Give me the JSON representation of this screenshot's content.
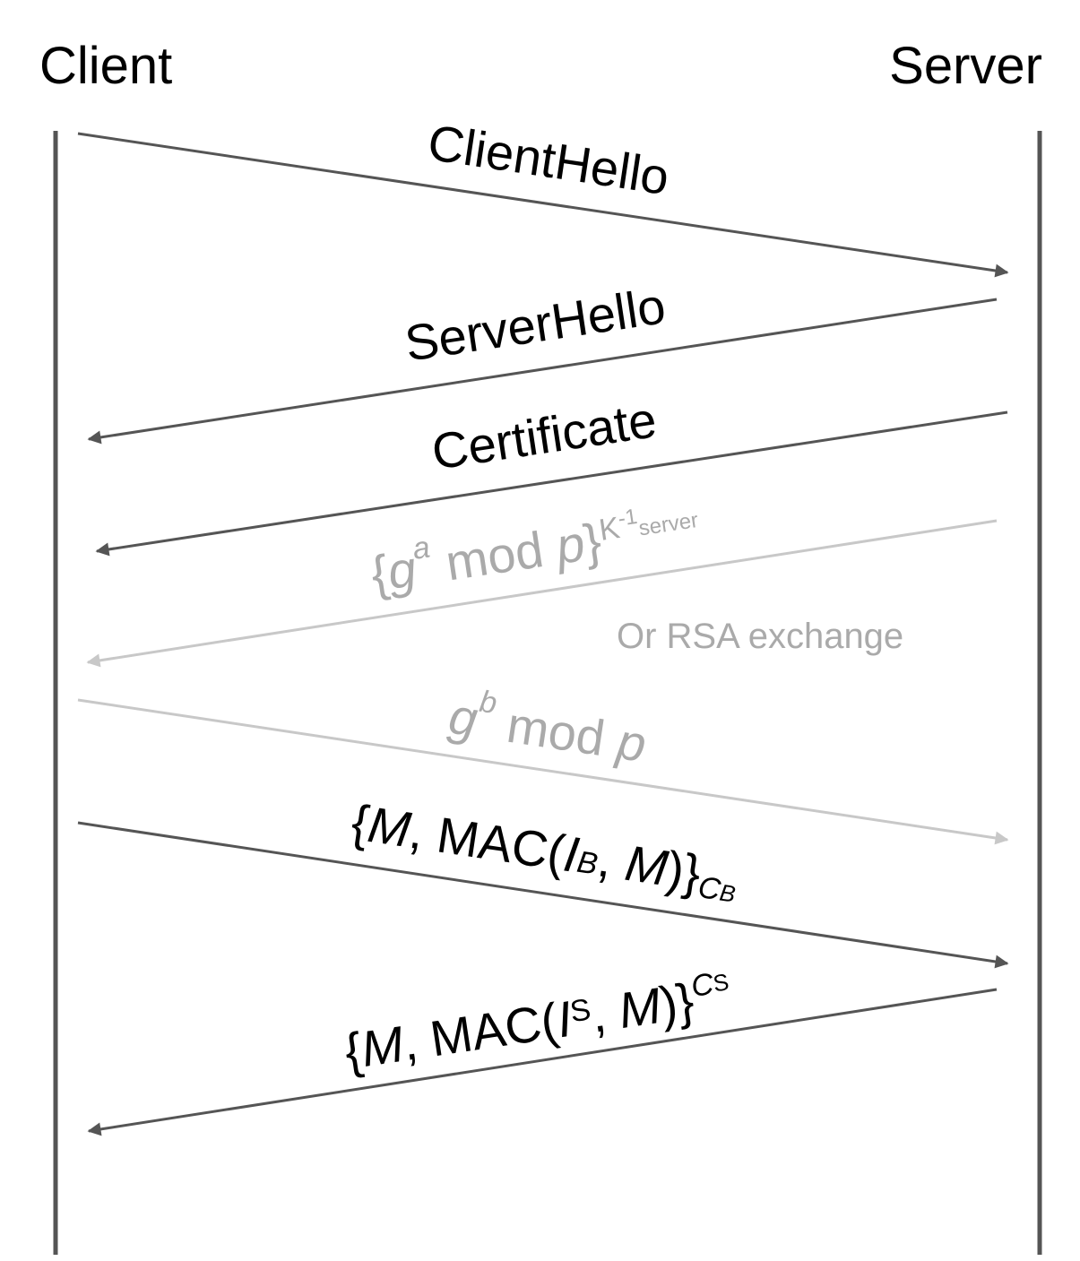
{
  "parties": {
    "client": "Client",
    "server": "Server"
  },
  "colors": {
    "lifeline": "#555555",
    "arrow_dark": "#555555",
    "arrow_light": "#c8c8c8",
    "text_dark": "#000000",
    "text_light": "#aaaaaa"
  },
  "messages": [
    {
      "id": "client-hello",
      "direction": "client-to-server",
      "style": "dark",
      "label": "ClientHello"
    },
    {
      "id": "server-hello",
      "direction": "server-to-client",
      "style": "dark",
      "label": "ServerHello"
    },
    {
      "id": "certificate",
      "direction": "server-to-client",
      "style": "dark",
      "label": "Certificate"
    },
    {
      "id": "server-dh",
      "direction": "server-to-client",
      "style": "light",
      "label_parts": [
        "{",
        "g",
        "a",
        " mod ",
        "p",
        "}",
        "K",
        "-1",
        "server"
      ]
    },
    {
      "id": "client-dh",
      "direction": "client-to-server",
      "style": "light",
      "label_parts": [
        "g",
        "b",
        " mod ",
        "p"
      ]
    },
    {
      "id": "client-data",
      "direction": "client-to-server",
      "style": "dark",
      "label_parts": [
        "{",
        "M",
        ", MAC(",
        "I",
        "B",
        ", ",
        "M",
        ")}",
        "C",
        "B"
      ]
    },
    {
      "id": "server-data",
      "direction": "server-to-client",
      "style": "dark",
      "label_parts": [
        "{",
        "M",
        ", MAC(",
        "I",
        "S",
        ", ",
        "M",
        ")}",
        "C",
        "S"
      ]
    }
  ],
  "note": "Or RSA exchange"
}
